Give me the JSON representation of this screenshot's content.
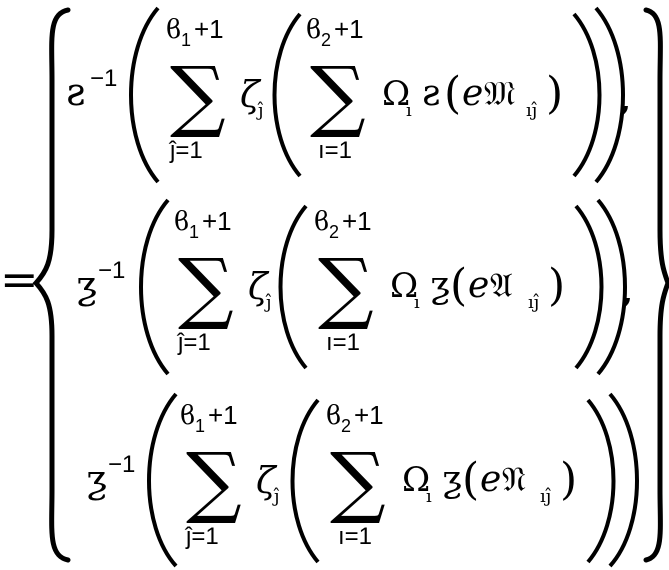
{
  "equation": {
    "equals": "=",
    "rows": [
      {
        "inv_func": "ƨ",
        "inv_exp": "−1",
        "outer_upper_var": "ϐ",
        "outer_upper_sub": "1",
        "outer_upper_plus": "+1",
        "outer_lower": "ĵ=1",
        "zeta": "ζ",
        "zeta_sub": "ĵ",
        "inner_upper_var": "ϐ",
        "inner_upper_sub": "2",
        "inner_upper_plus": "+1",
        "inner_lower": "ı=1",
        "omega": "Ω",
        "omega_sub": "ı",
        "func": "ƨ",
        "arg_e": "e",
        "arg_M": "𝔐",
        "arg_sub": "ıĵ",
        "trail": ","
      },
      {
        "inv_func": "ƺ",
        "inv_exp": "−1",
        "outer_upper_var": "ϐ",
        "outer_upper_sub": "1",
        "outer_upper_plus": "+1",
        "outer_lower": "ĵ=1",
        "zeta": "ζ",
        "zeta_sub": "ĵ",
        "inner_upper_var": "ϐ",
        "inner_upper_sub": "2",
        "inner_upper_plus": "+1",
        "inner_lower": "ı=1",
        "omega": "Ω",
        "omega_sub": "ı",
        "func": "ƺ",
        "arg_e": "e",
        "arg_M": "𝔄",
        "arg_sub": "ıĵ",
        "trail": ","
      },
      {
        "inv_func": "ƺ",
        "inv_exp": "−1",
        "outer_upper_var": "ϐ",
        "outer_upper_sub": "1",
        "outer_upper_plus": "+1",
        "outer_lower": "ĵ=1",
        "zeta": "ζ",
        "zeta_sub": "ĵ",
        "inner_upper_var": "ϐ",
        "inner_upper_sub": "2",
        "inner_upper_plus": "+1",
        "inner_lower": "ı=1",
        "omega": "Ω",
        "omega_sub": "ı",
        "func": "ƺ",
        "arg_e": "e",
        "arg_M": "𝔑",
        "arg_sub": "ıĵ",
        "trail": ""
      }
    ]
  }
}
